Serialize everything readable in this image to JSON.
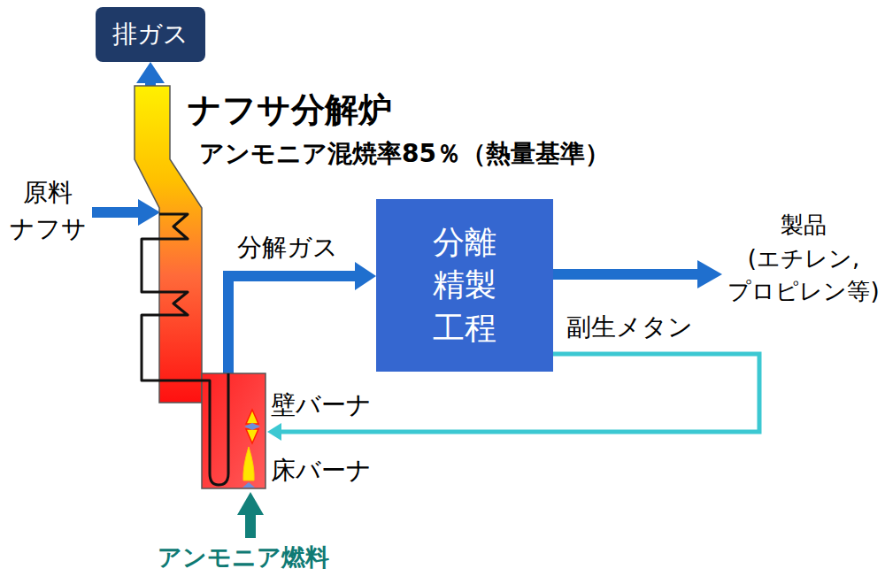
{
  "diagram": {
    "nodes": [
      {
        "text": [
          "排ガス"
        ]
      },
      {
        "text": [
          "ナフサ分解炉",
          "アンモニア混焼率85％（熱量基準）"
        ]
      },
      {
        "text": [
          "分離 精製 工程"
        ]
      }
    ],
    "edges": [
      {
        "from": 1,
        "to": 0,
        "arrow": "to"
      },
      {
        "from": 1,
        "to": 2,
        "label": "分解ガス",
        "arrow": "to"
      },
      {
        "from": 2,
        "to": 1,
        "label": "副生メタン",
        "arrow": "to"
      }
    ],
    "labels": [
      "原料 ナフサ",
      "製品 (エチレン, プロピレン等)",
      "壁バーナ",
      "床バーナ",
      "アンモニア燃料"
    ]
  }
}
